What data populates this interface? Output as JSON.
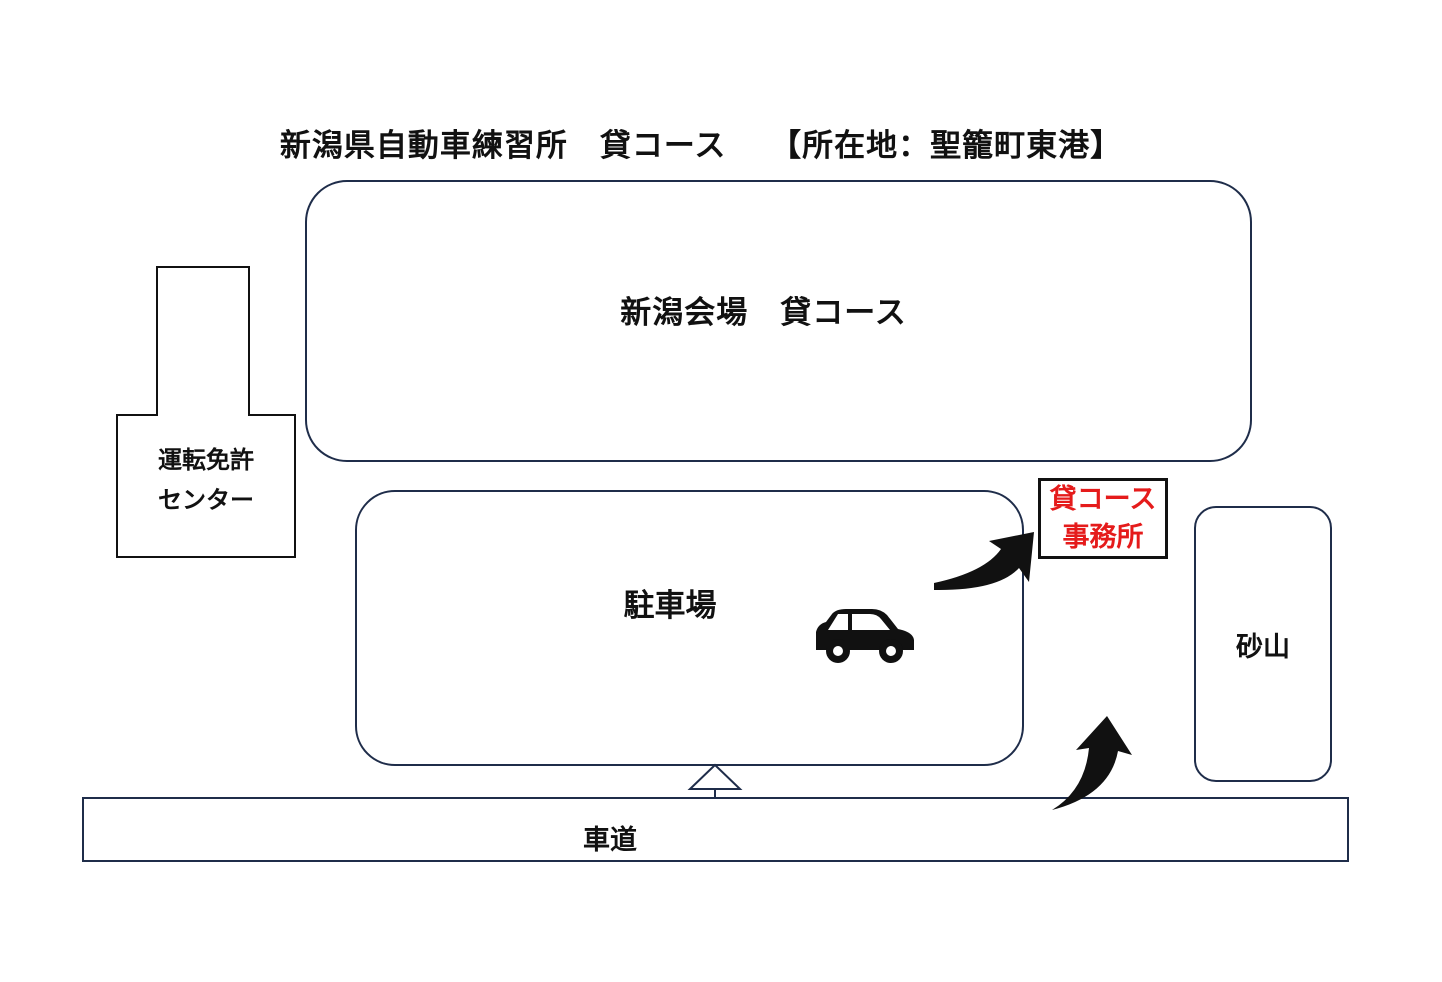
{
  "title": "新潟県自動車練習所　貸コース　 【所在地：聖籠町東港】",
  "venue": {
    "label": "新潟会場　貸コース"
  },
  "license_center": {
    "line1": "運転免許",
    "line2": "センター"
  },
  "parking": {
    "label": "駐車場"
  },
  "office": {
    "line1": "貸コース",
    "line2": "事務所",
    "color": "#e51b1b"
  },
  "sand_hill": {
    "label": "砂山"
  },
  "road": {
    "label": "車道"
  },
  "icons": {
    "car": "car-icon",
    "entrance": "entrance-triangle-icon",
    "arrows": [
      "curved-arrow-icon",
      "curved-arrow-icon"
    ]
  },
  "colors": {
    "outline": "#1f2d4a",
    "accent": "#e51b1b"
  }
}
